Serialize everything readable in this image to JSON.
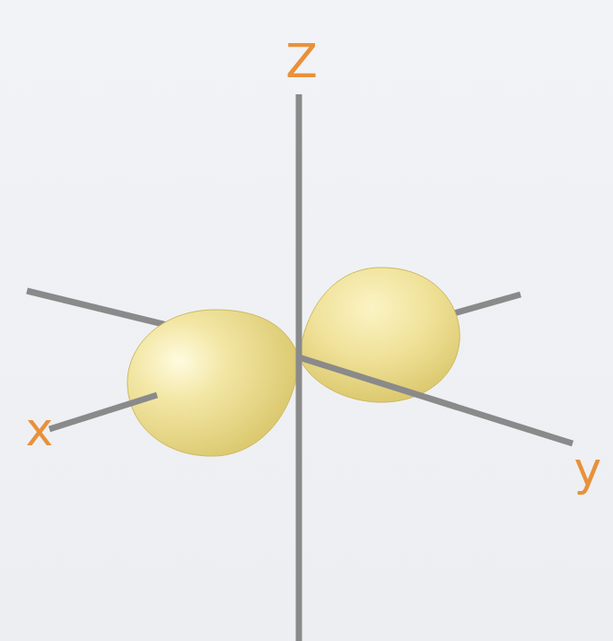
{
  "diagram": {
    "labels": [
      "Z",
      "x",
      "y"
    ]
  }
}
